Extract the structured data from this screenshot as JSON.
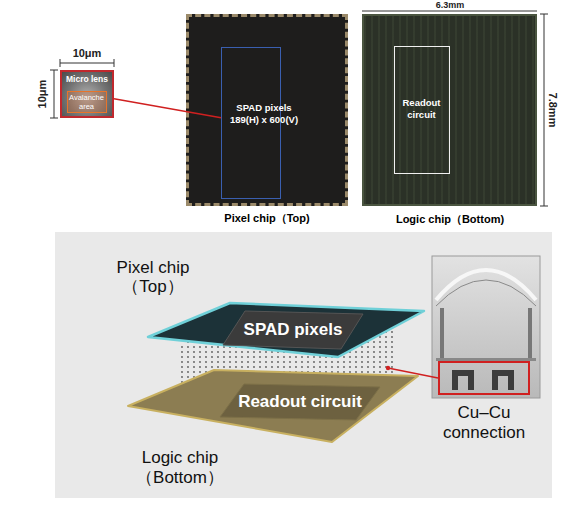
{
  "diagram": {
    "nodes": [
      {
        "text": [
          "Micro lens"
        ]
      },
      {
        "text": [
          "Avalanche area"
        ],
        "in": 0
      },
      {
        "text": [
          "Pixel chip（Top)"
        ]
      },
      {
        "text": [
          "SPAD pixels 189(H) x 600(V)"
        ],
        "in": 2
      },
      {
        "text": [
          "Logic chip（Bottom)"
        ]
      },
      {
        "text": [
          "Readout circuit"
        ],
        "in": 4
      },
      {
        "text": [
          "Pixel chip （Top）"
        ]
      },
      {
        "text": [
          "SPAD pixels"
        ],
        "in": 6
      },
      {
        "text": [
          "Logic chip （Bottom）"
        ]
      },
      {
        "text": [
          "Readout circuit"
        ],
        "in": 8
      },
      {
        "text": [
          "Cu–Cu connection"
        ]
      }
    ],
    "edges": [
      {
        "from": 0,
        "to": 3,
        "arrow": "none"
      }
    ],
    "labels": [
      "10μm",
      "10μm",
      "6.3mm",
      "7.8mm"
    ]
  }
}
